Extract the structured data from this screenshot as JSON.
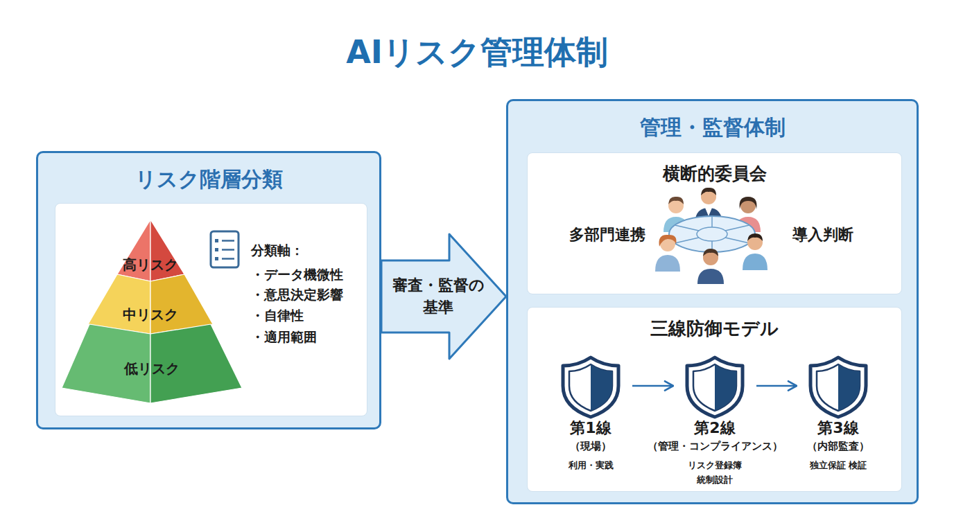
{
  "diagram": {
    "title": "AIリスク管理体制",
    "nodes": [
      {
        "text": [
          "リスク階層分類"
        ]
      },
      {
        "text": [
          "分類軸：",
          "・データ機微性",
          "・意思決定影響",
          "・自律性",
          "・適用範囲"
        ],
        "in": 0
      },
      {
        "text": [
          "高リスク"
        ],
        "in": 1
      },
      {
        "text": [
          "中リスク"
        ],
        "in": 1
      },
      {
        "text": [
          "低リスク"
        ],
        "in": 1
      },
      {
        "text": [
          "管理・監督体制"
        ]
      },
      {
        "text": [
          "横断的委員会",
          "多部門連携",
          "導入判断"
        ],
        "in": 5
      },
      {
        "text": [
          "三線防御モデル"
        ],
        "in": 5
      },
      {
        "text": [
          "第1線",
          "（現場）",
          "利用・実践"
        ],
        "in": 7
      },
      {
        "text": [
          "第2線",
          "（管理・コンプライアンス）",
          "リスク登録簿 統制設計"
        ],
        "in": 7
      },
      {
        "text": [
          "第3線",
          "（内部監査）",
          "独立保証 検証"
        ],
        "in": 7
      }
    ],
    "edges": [
      {
        "from": 0,
        "to": 5,
        "arrow": "to",
        "label": "審査・監督の 基準"
      },
      {
        "from": 8,
        "to": 9,
        "arrow": "to"
      },
      {
        "from": 9,
        "to": 10,
        "arrow": "to"
      }
    ]
  }
}
